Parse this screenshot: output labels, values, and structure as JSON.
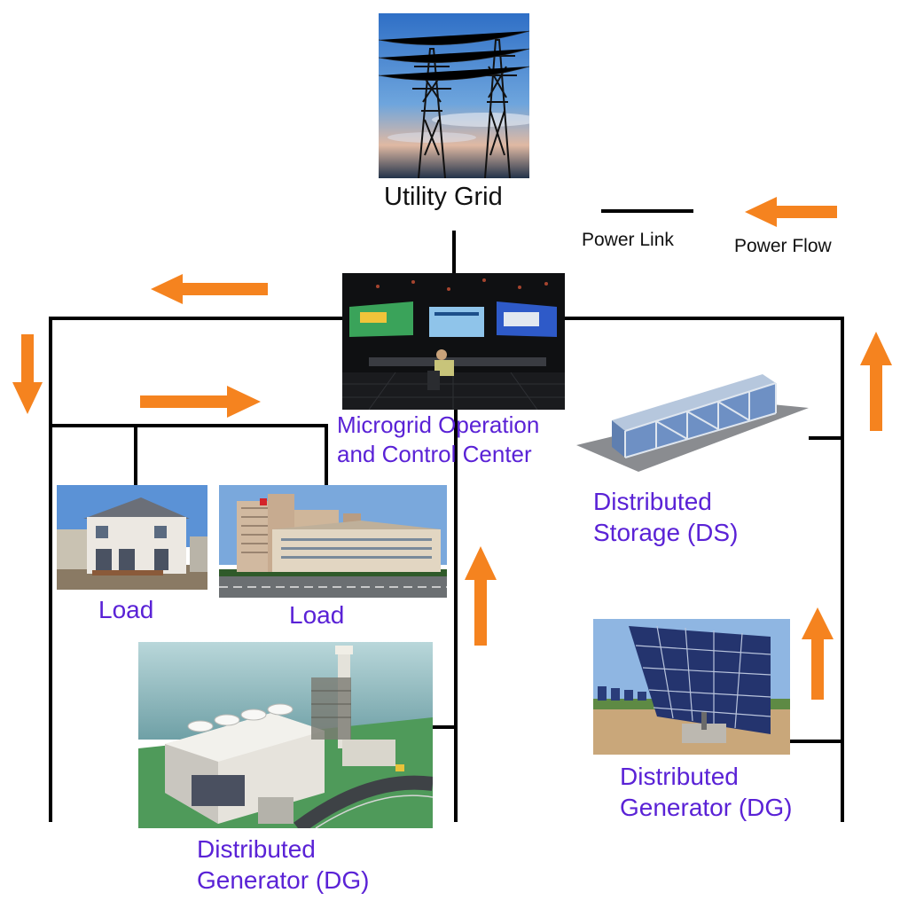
{
  "nodes": {
    "utility_grid": "Utility Grid",
    "control_center_line1": "Microgrid Operation",
    "control_center_line2": "and Control Center",
    "storage_line1": "Distributed",
    "storage_line2": "Storage (DS)",
    "load_house": "Load",
    "load_building": "Load",
    "dg_gas_line1": "Distributed",
    "dg_gas_line2": "Generator (DG)",
    "dg_solar_line1": "Distributed",
    "dg_solar_line2": "Generator (DG)"
  },
  "legend": {
    "power_link": "Power Link",
    "power_flow": "Power Flow"
  },
  "icons": {
    "utility_grid": "transmission-tower-photo",
    "control_center": "control-room-photo",
    "storage": "battery-container-photo",
    "house": "house-photo",
    "hospital": "hospital-building-photo",
    "gas_plant": "gas-power-plant-photo",
    "solar": "solar-panel-array-photo"
  },
  "colors": {
    "label_accent": "#5a22d6",
    "flow_arrow": "#f5831f",
    "power_link": "#000000"
  }
}
